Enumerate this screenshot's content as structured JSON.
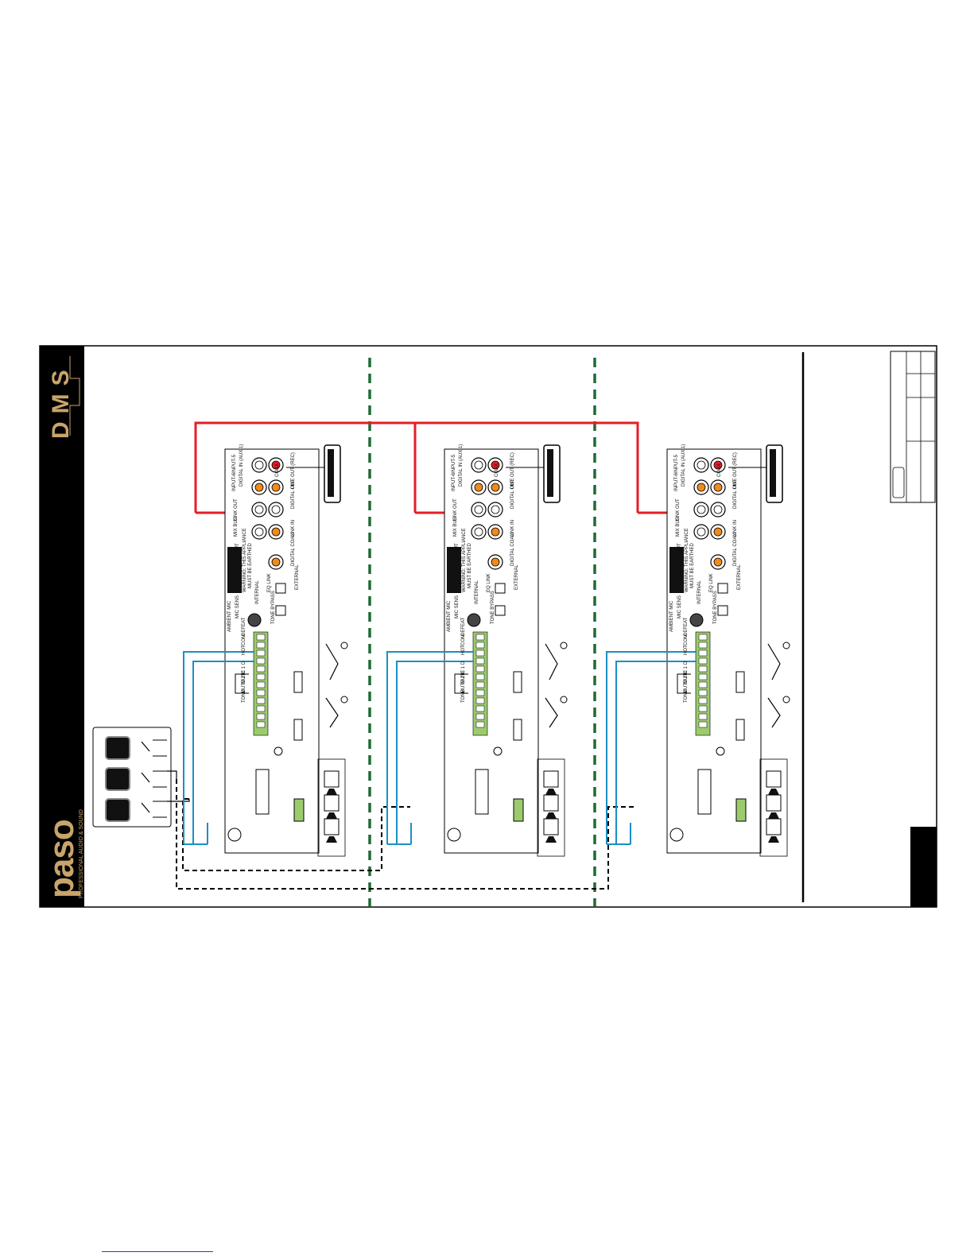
{
  "brand": {
    "logo_text": "paso",
    "tagline": "PROFESSIONAL AUDIO & SOUND",
    "series": "DMS"
  },
  "unit": {
    "warning_lines": [
      "WARNING: THIS APPLIANCE",
      "MUST BE EARTHED"
    ],
    "connectors": {
      "link_out": "LINK OUT",
      "mix_bus": "MIX BUS",
      "input5": "INPUT-5",
      "input6": "INPUT-6",
      "digital_in": "DIGITAL IN (AUX 1)",
      "coax": "COAX",
      "aux_out": "AUX OUT",
      "digital_coax": "DIGITAL COAX",
      "link_in": "LINK IN",
      "line_out": "LINE OUT (REC)",
      "digital_out": "DIGITAL OUT"
    },
    "controls": {
      "eq_link": "EQ LINK",
      "internal": "INTERNAL",
      "external": "EXTERNAL",
      "tone_bypass": "TONE BYPASS",
      "mic_sens": "MIC SENS",
      "ambient_mic": "AMBIENT MIC"
    },
    "terminals": [
      "DEFEAT",
      "COM",
      "HOT",
      "D",
      "C",
      "MUTE 1",
      "MUTE 2",
      "TONE"
    ]
  },
  "colors": {
    "link_wire": "#e41e25",
    "control_wire": "#1b8fc4",
    "zone_divider": "#1e6b35",
    "terminal_block": "#9ccb6e",
    "rca_orange": "#f08a1c",
    "rca_red": "#e41e25"
  }
}
